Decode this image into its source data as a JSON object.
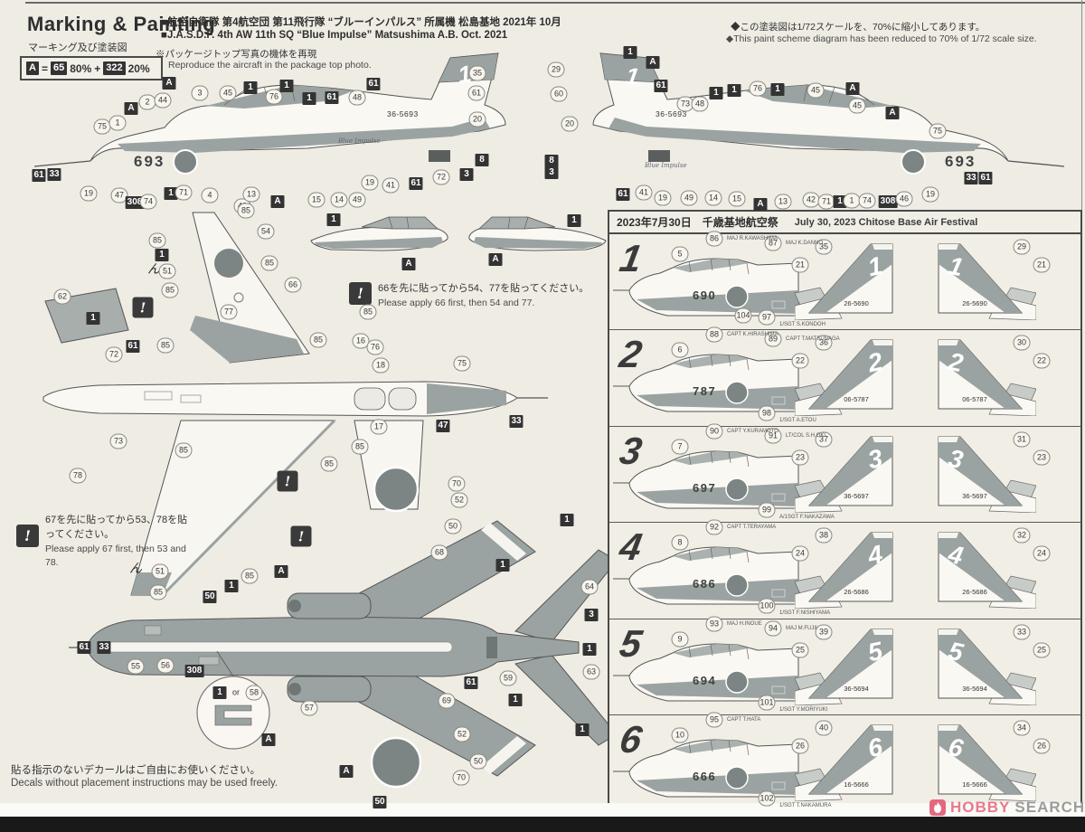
{
  "page": {
    "title": "Marking & Painting",
    "title_jp": "マーキング及び塗装図"
  },
  "legend": {
    "a": "A",
    "eq": "=",
    "c1": "65",
    "p1": "80%",
    "plus": "+",
    "c2": "322",
    "p2": "20%"
  },
  "header": {
    "line1_jp": "■航空自衛隊 第4航空団 第11飛行隊 “ブルーインパルス” 所属機 松島基地 2021年 10月",
    "line2_en": "■J.A.S.D.F. 4th AW 11th SQ “Blue Impulse” Matsushima A.B. Oct. 2021",
    "note_jp": "※パッケージトップ写真の機体を再現",
    "note_en": "Reproduce the aircraft in the package top photo.",
    "scale_jp": "◆この塗装図は1/72スケールを、70%に縮小してあります。",
    "scale_en": "◆This paint scheme diagram has been reduced to 70% of 1/72 scale size."
  },
  "aircraft": {
    "nose_number": "693",
    "serial": "36-5693",
    "tail_number": "1",
    "script_name": "Blue Impulse"
  },
  "notes": {
    "apply1_jp": "66を先に貼ってから54、77を貼ってください。",
    "apply1_en": "Please apply 66 first, then 54 and 77.",
    "apply2_jp": "67を先に貼ってから53、78を貼ってください。",
    "apply2_en": "Please apply 67 first, then 53 and 78.",
    "free_jp": "貼る指示のないデカールはご自由にお使いください。",
    "free_en": "Decals without placement instructions may be used freely.",
    "inset_or": "or"
  },
  "colors": {
    "blue_as_gray": "#9aa3a1",
    "hinomaru": "#7c8584",
    "chip": "#333333",
    "paper": "#efece4",
    "logo_pink": "#e8798c"
  },
  "callouts": [
    [
      "s",
      "A",
      187,
      92
    ],
    [
      "c",
      "3",
      221,
      103
    ],
    [
      "c",
      "45",
      252,
      103
    ],
    [
      "s",
      "1",
      277,
      97
    ],
    [
      "c",
      "76",
      303,
      107
    ],
    [
      "s",
      "1",
      317,
      95
    ],
    [
      "s",
      "1",
      342,
      109
    ],
    [
      "s",
      "61",
      367,
      108
    ],
    [
      "c",
      "48",
      395,
      108
    ],
    [
      "s",
      "61",
      413,
      93
    ],
    [
      "c",
      "35",
      528,
      81
    ],
    [
      "c",
      "61",
      527,
      103
    ],
    [
      "c",
      "20",
      528,
      132
    ],
    [
      "s",
      "A",
      145,
      120
    ],
    [
      "c",
      "2",
      163,
      113
    ],
    [
      "c",
      "44",
      180,
      111
    ],
    [
      "c",
      "75",
      113,
      140
    ],
    [
      "c",
      "1",
      130,
      136
    ],
    [
      "s",
      "8",
      533,
      177
    ],
    [
      "s",
      "3",
      516,
      193
    ],
    [
      "s",
      "61",
      43,
      194
    ],
    [
      "s",
      "33",
      60,
      193
    ],
    [
      "c",
      "19",
      98,
      214
    ],
    [
      "c",
      "47",
      132,
      216
    ],
    [
      "s",
      "308",
      149,
      224
    ],
    [
      "c",
      "74",
      164,
      223
    ],
    [
      "s",
      "1",
      189,
      214
    ],
    [
      "c",
      "71",
      203,
      213
    ],
    [
      "c",
      "4",
      232,
      216
    ],
    [
      "c",
      "43",
      268,
      228
    ],
    [
      "c",
      "13",
      278,
      215
    ],
    [
      "s",
      "A",
      307,
      223
    ],
    [
      "c",
      "15",
      350,
      221
    ],
    [
      "c",
      "14",
      375,
      221
    ],
    [
      "c",
      "49",
      395,
      221
    ],
    [
      "c",
      "19",
      409,
      202
    ],
    [
      "c",
      "41",
      432,
      205
    ],
    [
      "s",
      "61",
      460,
      203
    ],
    [
      "c",
      "72",
      488,
      196
    ],
    [
      "s",
      "1",
      697,
      58
    ],
    [
      "c",
      "29",
      615,
      77
    ],
    [
      "c",
      "60",
      618,
      104
    ],
    [
      "s",
      "A",
      722,
      69
    ],
    [
      "s",
      "61",
      731,
      95
    ],
    [
      "c",
      "20",
      630,
      137
    ],
    [
      "c",
      "73",
      758,
      115
    ],
    [
      "c",
      "48",
      774,
      115
    ],
    [
      "s",
      "1",
      792,
      103
    ],
    [
      "s",
      "1",
      812,
      100
    ],
    [
      "c",
      "76",
      838,
      98
    ],
    [
      "s",
      "1",
      860,
      99
    ],
    [
      "c",
      "45",
      902,
      100
    ],
    [
      "s",
      "A",
      943,
      98
    ],
    [
      "c",
      "45",
      948,
      117
    ],
    [
      "s",
      "A",
      987,
      125
    ],
    [
      "c",
      "75",
      1037,
      145
    ],
    [
      "s",
      "8",
      610,
      178
    ],
    [
      "s",
      "3",
      610,
      191
    ],
    [
      "s",
      "61",
      689,
      215
    ],
    [
      "c",
      "41",
      712,
      213
    ],
    [
      "c",
      "19",
      733,
      219
    ],
    [
      "c",
      "49",
      762,
      219
    ],
    [
      "c",
      "14",
      789,
      219
    ],
    [
      "c",
      "15",
      815,
      220
    ],
    [
      "s",
      "A",
      841,
      226
    ],
    [
      "c",
      "13",
      866,
      223
    ],
    [
      "c",
      "42",
      897,
      221
    ],
    [
      "c",
      "71",
      914,
      223
    ],
    [
      "s",
      "1",
      929,
      223
    ],
    [
      "c",
      "1",
      942,
      222
    ],
    [
      "c",
      "74",
      959,
      222
    ],
    [
      "s",
      "308",
      982,
      223
    ],
    [
      "c",
      "46",
      1000,
      220
    ],
    [
      "c",
      "19",
      1029,
      215
    ],
    [
      "s",
      "33",
      1074,
      197
    ],
    [
      "s",
      "61",
      1090,
      197
    ],
    [
      "s",
      "1",
      369,
      243
    ],
    [
      "s",
      "A",
      452,
      292
    ],
    [
      "s",
      "A",
      548,
      287
    ],
    [
      "s",
      "1",
      635,
      244
    ],
    [
      "c",
      "85",
      272,
      233
    ],
    [
      "c",
      "54",
      294,
      256
    ],
    [
      "c",
      "85",
      174,
      266
    ],
    [
      "s",
      "1",
      179,
      282
    ],
    [
      "c",
      "85",
      298,
      291
    ],
    [
      "g",
      "ん",
      170,
      298
    ],
    [
      "c",
      "51",
      185,
      300
    ],
    [
      "c",
      "85",
      188,
      321
    ],
    [
      "c",
      "66",
      324,
      315
    ],
    [
      "c",
      "62",
      69,
      328
    ],
    [
      "x",
      "",
      158,
      340
    ],
    [
      "c",
      "77",
      253,
      345
    ],
    [
      "s",
      "1",
      103,
      352
    ],
    [
      "c",
      "85",
      407,
      345
    ],
    [
      "c",
      "85",
      352,
      376
    ],
    [
      "c",
      "72",
      126,
      392
    ],
    [
      "s",
      "61",
      147,
      383
    ],
    [
      "c",
      "85",
      183,
      382
    ],
    [
      "c",
      "16",
      399,
      377
    ],
    [
      "c",
      "76",
      415,
      384
    ],
    [
      "c",
      "18",
      421,
      404
    ],
    [
      "c",
      "73",
      131,
      488
    ],
    [
      "c",
      "17",
      419,
      472
    ],
    [
      "c",
      "85",
      398,
      494
    ],
    [
      "c",
      "85",
      364,
      513
    ],
    [
      "c",
      "85",
      203,
      498
    ],
    [
      "s",
      "47",
      490,
      471
    ],
    [
      "s",
      "33",
      571,
      466
    ],
    [
      "c",
      "75",
      511,
      402
    ],
    [
      "c",
      "78",
      86,
      526
    ],
    [
      "c",
      "70",
      505,
      535
    ],
    [
      "c",
      "52",
      508,
      553
    ],
    [
      "c",
      "50",
      501,
      582
    ],
    [
      "c",
      "68",
      486,
      611
    ],
    [
      "x",
      "",
      318,
      532
    ],
    [
      "x",
      "",
      333,
      593
    ],
    [
      "g",
      "ん",
      150,
      629
    ],
    [
      "c",
      "51",
      177,
      632
    ],
    [
      "c",
      "85",
      276,
      637
    ],
    [
      "c",
      "85",
      175,
      655
    ],
    [
      "s",
      "50",
      232,
      660
    ],
    [
      "s",
      "1",
      256,
      648
    ],
    [
      "s",
      "A",
      311,
      632
    ],
    [
      "s",
      "61",
      93,
      716
    ],
    [
      "s",
      "33",
      115,
      716
    ],
    [
      "c",
      "55",
      150,
      737
    ],
    [
      "c",
      "56",
      183,
      736
    ],
    [
      "s",
      "308",
      215,
      742
    ],
    [
      "c",
      "57",
      342,
      783
    ],
    [
      "s",
      "A",
      383,
      853
    ],
    [
      "s",
      "50",
      420,
      887
    ],
    [
      "c",
      "69",
      494,
      775
    ],
    [
      "s",
      "61",
      521,
      755
    ],
    [
      "c",
      "59",
      562,
      750
    ],
    [
      "s",
      "1",
      556,
      625
    ],
    [
      "s",
      "1",
      627,
      575
    ],
    [
      "c",
      "64",
      652,
      649
    ],
    [
      "s",
      "3",
      654,
      680
    ],
    [
      "s",
      "1",
      652,
      718
    ],
    [
      "c",
      "63",
      654,
      743
    ],
    [
      "s",
      "1",
      570,
      774
    ],
    [
      "s",
      "1",
      644,
      807
    ],
    [
      "c",
      "52",
      511,
      812
    ],
    [
      "c",
      "50",
      529,
      842
    ],
    [
      "c",
      "70",
      510,
      860
    ],
    [
      "s",
      "1",
      243,
      766
    ],
    [
      "t",
      "or",
      261,
      766
    ],
    [
      "c",
      "58",
      281,
      766
    ],
    [
      "s",
      "A",
      297,
      818
    ]
  ],
  "festival": {
    "header_jp": "2023年7月30日　千歳基地航空祭",
    "header_en": "July 30, 2023 Chitose Base Air Festival",
    "rows": [
      {
        "num": "1",
        "nose": "690",
        "no_call": "5",
        "serial": "26-5690",
        "top": [
          [
            "86",
            "MAJ R.KAWASHIMA"
          ],
          [
            "87",
            "MAJ K.DANNO"
          ]
        ],
        "bot": [
          [
            "104",
            ""
          ],
          [
            "97",
            "1/SGT S.KONDOH"
          ]
        ],
        "tl": [
          "35",
          "21"
        ],
        "tr": [
          "29",
          "21"
        ]
      },
      {
        "num": "2",
        "nose": "787",
        "no_call": "6",
        "serial": "06-5787",
        "top": [
          [
            "88",
            "CAPT K.HIRASHIMA"
          ],
          [
            "89",
            "CAPT T.MATSUNAGA"
          ]
        ],
        "bot": [
          [
            "98",
            "1/SGT A.ETOU"
          ]
        ],
        "tl": [
          "36",
          "22"
        ],
        "tr": [
          "30",
          "22"
        ]
      },
      {
        "num": "3",
        "nose": "697",
        "no_call": "7",
        "serial": "36-5697",
        "top": [
          [
            "90",
            "CAPT Y.KURAMOTO"
          ],
          [
            "91",
            "LT/COL S.H.OKI"
          ]
        ],
        "bot": [
          [
            "99",
            "A/1SGT F.NAKAZAWA"
          ]
        ],
        "tl": [
          "37",
          "23"
        ],
        "tr": [
          "31",
          "23"
        ]
      },
      {
        "num": "4",
        "nose": "686",
        "no_call": "8",
        "serial": "26-5686",
        "top": [
          [
            "92",
            "CAPT T.TERAYAMA"
          ]
        ],
        "bot": [
          [
            "100",
            "1/SGT F.NISHIYAMA"
          ]
        ],
        "tl": [
          "38",
          "24"
        ],
        "tr": [
          "32",
          "24"
        ]
      },
      {
        "num": "5",
        "nose": "694",
        "no_call": "9",
        "serial": "36-5694",
        "top": [
          [
            "93",
            "MAJ H.INOUE"
          ],
          [
            "94",
            "MAJ M.FUJII"
          ]
        ],
        "bot": [
          [
            "101",
            "1/SGT Y.MORIYUKI"
          ]
        ],
        "tl": [
          "39",
          "25"
        ],
        "tr": [
          "33",
          "25"
        ]
      },
      {
        "num": "6",
        "nose": "666",
        "no_call": "10",
        "serial": "16-5666",
        "top": [
          [
            "95",
            "CAPT T.HATA"
          ]
        ],
        "bot": [
          [
            "102",
            "1/SGT T.NAKAMURA"
          ]
        ],
        "tl": [
          "40",
          "26"
        ],
        "tr": [
          "34",
          "26"
        ]
      }
    ]
  },
  "footer": {
    "brand_a": "HOBBY",
    "brand_b": "SEARCH"
  }
}
